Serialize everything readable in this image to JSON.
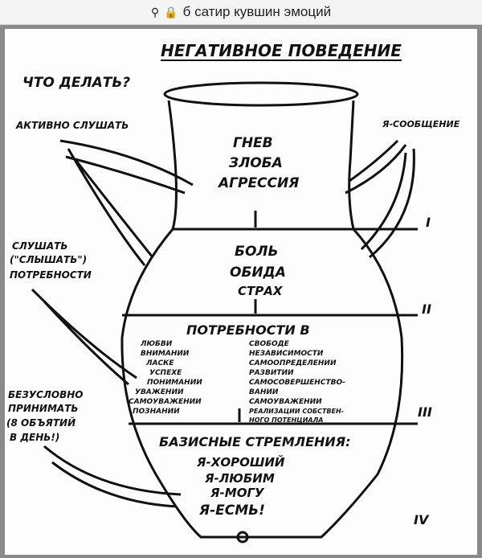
{
  "address_bar": {
    "query": "б сатир кувшин эмоций",
    "search_icon": "search-icon",
    "lock_icon": "lock-icon"
  },
  "diagram": {
    "title": "НЕГАТИВНОЕ ПОВЕДЕНИЕ",
    "question": "ЧТО ДЕЛАТЬ?",
    "left_actions": [
      "АКТИВНО СЛУШАТЬ",
      "СЛУШАТЬ",
      "(\"СЛЫШАТЬ\")",
      "ПОТРЕБНОСТИ",
      "БЕЗУСЛОВНО",
      "ПРИНИМАТЬ",
      "(8 ОБЪЯТИЙ",
      "В ДЕНЬ!)"
    ],
    "right_action": "Я-СООБЩЕНИЕ",
    "level1": [
      "ГНЕВ",
      "ЗЛОБА",
      "АГРЕССИЯ"
    ],
    "level2": [
      "БОЛЬ",
      "ОБИДА",
      "СТРАХ"
    ],
    "level3_title": "ПОТРЕБНОСТИ В",
    "needs_left": [
      "ЛЮБВИ",
      "ВНИМАНИИ",
      "ЛАСКЕ",
      "УСПЕХЕ",
      "ПОНИМАНИИ",
      "УВАЖЕНИИ",
      "САМОУВАЖЕНИИ",
      "ПОЗНАНИИ"
    ],
    "needs_right": [
      "СВОБОДЕ",
      "НЕЗАВИСИМОСТИ",
      "САМООПРЕДЕЛЕНИИ",
      "РАЗВИТИИ",
      "САМОСОВЕРШЕНСТВО-",
      "ВАНИИ",
      "САМОУВАЖЕНИИ",
      "РЕАЛИЗАЦИИ СОБСТВЕН-",
      "НОГО ПОТЕНЦИАЛА"
    ],
    "level4_title": "БАЗИСНЫЕ СТРЕМЛЕНИЯ:",
    "level4": [
      "Я-ХОРОШИЙ",
      "Я-ЛЮБИМ",
      "Я-МОГУ",
      "Я-ЕСМЬ!"
    ],
    "levels": [
      "I",
      "II",
      "III",
      "IV"
    ]
  }
}
